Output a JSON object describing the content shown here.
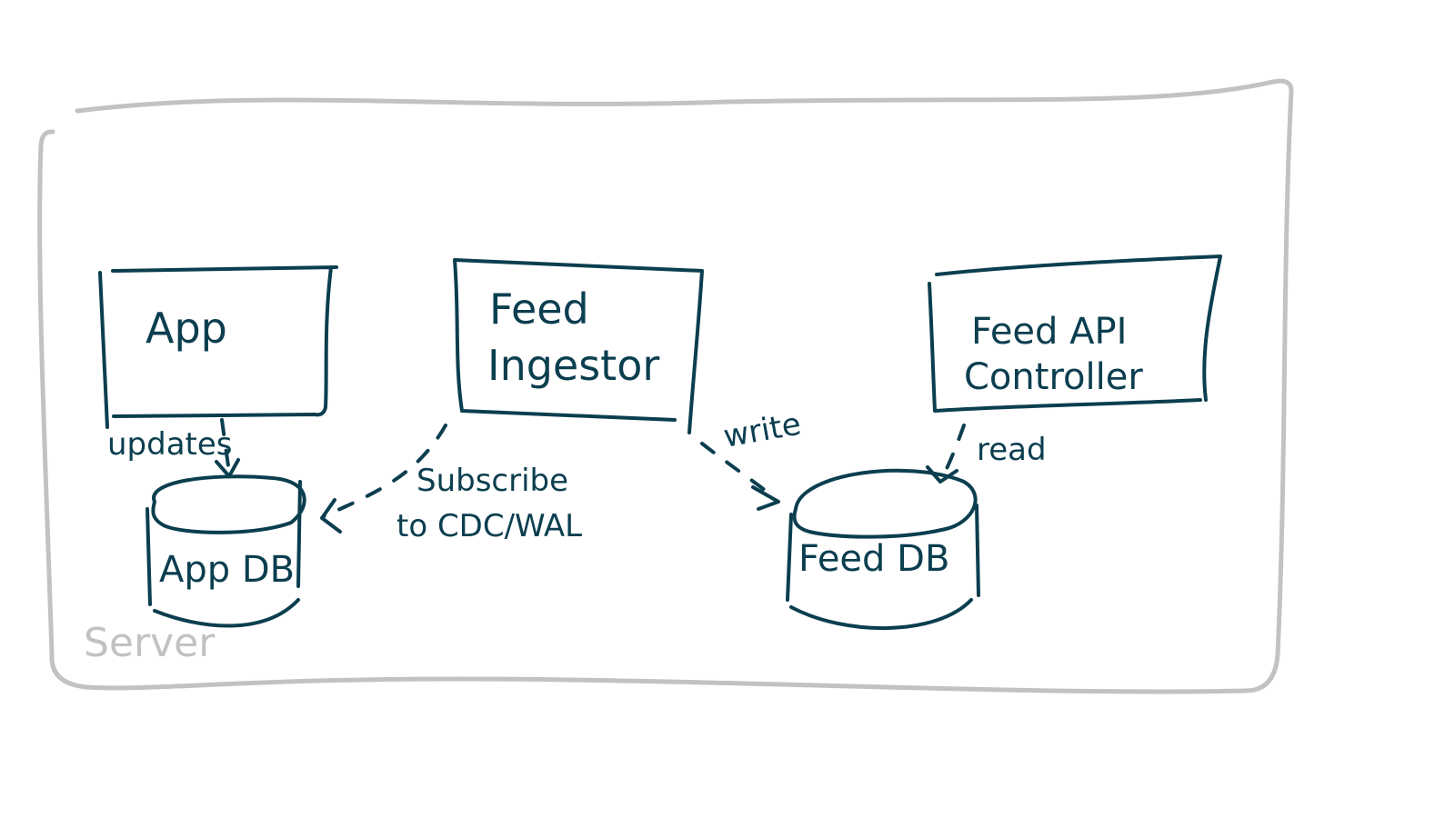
{
  "nodes": {
    "app": "App",
    "feed_ingestor_line1": "Feed",
    "feed_ingestor_line2": "Ingestor",
    "feed_api_line1": "Feed API",
    "feed_api_line2": "Controller",
    "app_db": "App DB",
    "feed_db": "Feed DB"
  },
  "edges": {
    "updates": "updates",
    "subscribe_line1": "Subscribe",
    "subscribe_line2": "to CDC/WAL",
    "write": "write",
    "read": "read"
  },
  "container": {
    "label": "Server"
  },
  "colors": {
    "ink": "#0b3e4f",
    "container": "#c2c2c2",
    "background": "#ffffff"
  }
}
